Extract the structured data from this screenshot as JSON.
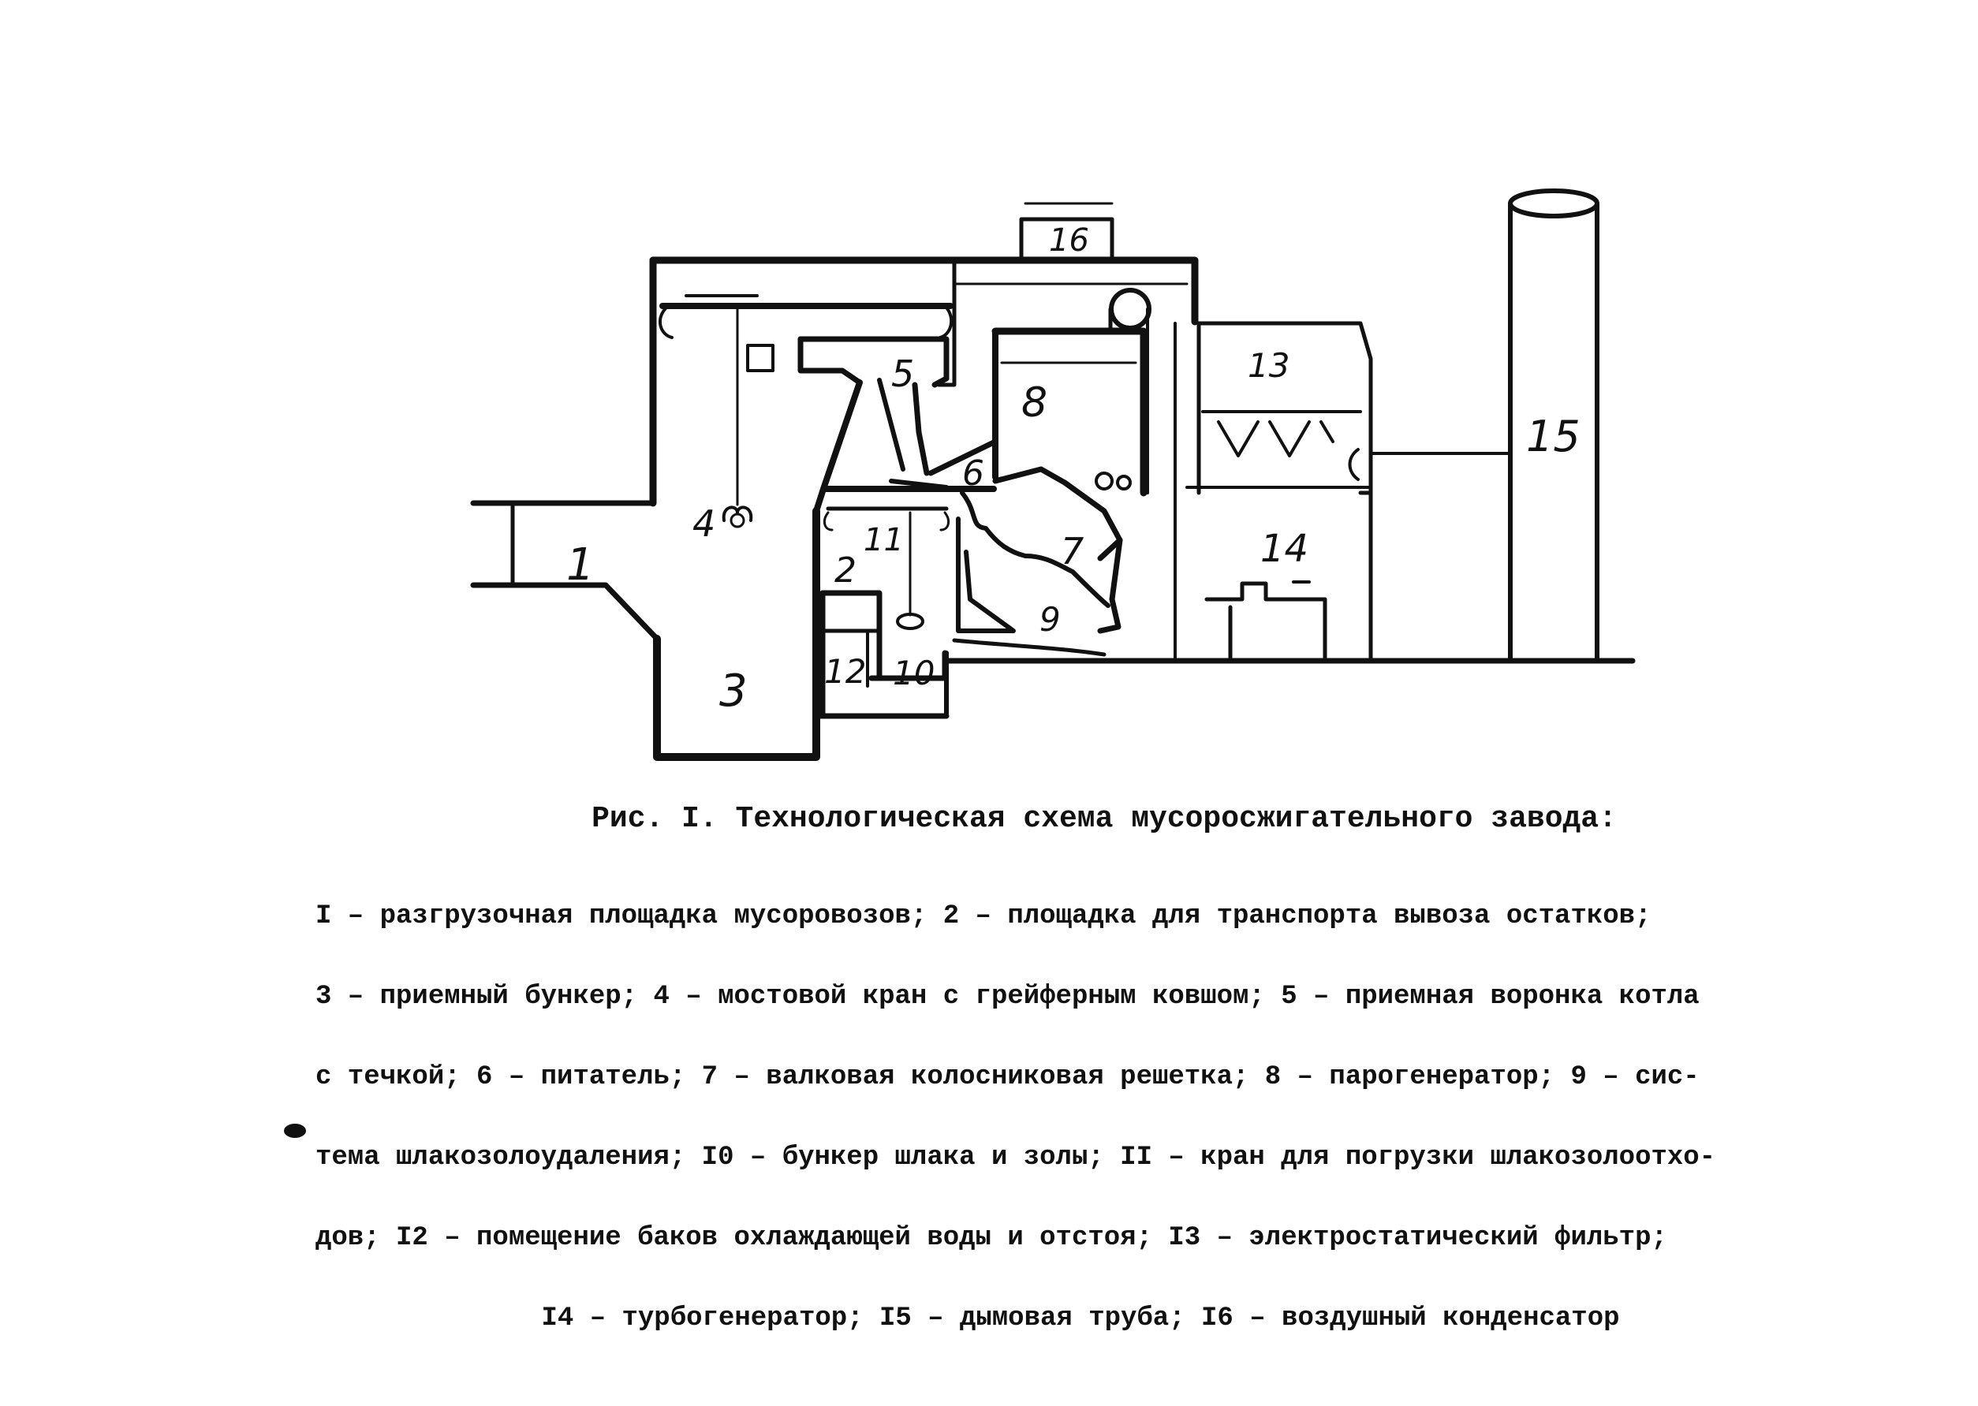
{
  "diagram": {
    "labels": {
      "l1": "1",
      "l2": "2",
      "l3": "3",
      "l4": "4",
      "l5": "5",
      "l6": "6",
      "l7": "7",
      "l8": "8",
      "l9": "9",
      "l10": "10",
      "l11": "11",
      "l12": "12",
      "l13": "13",
      "l14": "14",
      "l15": "15",
      "l16": "16"
    }
  },
  "caption": {
    "title": "Рис. I. Технологическая схема мусоросжигательного завода:",
    "legend_lines": [
      "I – разгрузочная площадка мусоровозов; 2 – площадка для транспорта вывоза остатков;",
      "3 – приемный бункер; 4 – мостовой кран с грейферным ковшом; 5 – приемная воронка котла",
      "с течкой; 6 – питатель; 7 – валковая колосниковая решетка; 8 – парогенератор; 9 – сис-",
      "тема шлакозолоудаления; I0 – бункер шлака и золы; II – кран для погрузки шлакозолоотхо-",
      "дов; I2 – помещение баков охлаждающей воды и отстоя; I3 – электростатический фильтр;",
      "I4 – турбогенератор; I5 – дымовая труба; I6 – воздушный конденсатор"
    ]
  }
}
